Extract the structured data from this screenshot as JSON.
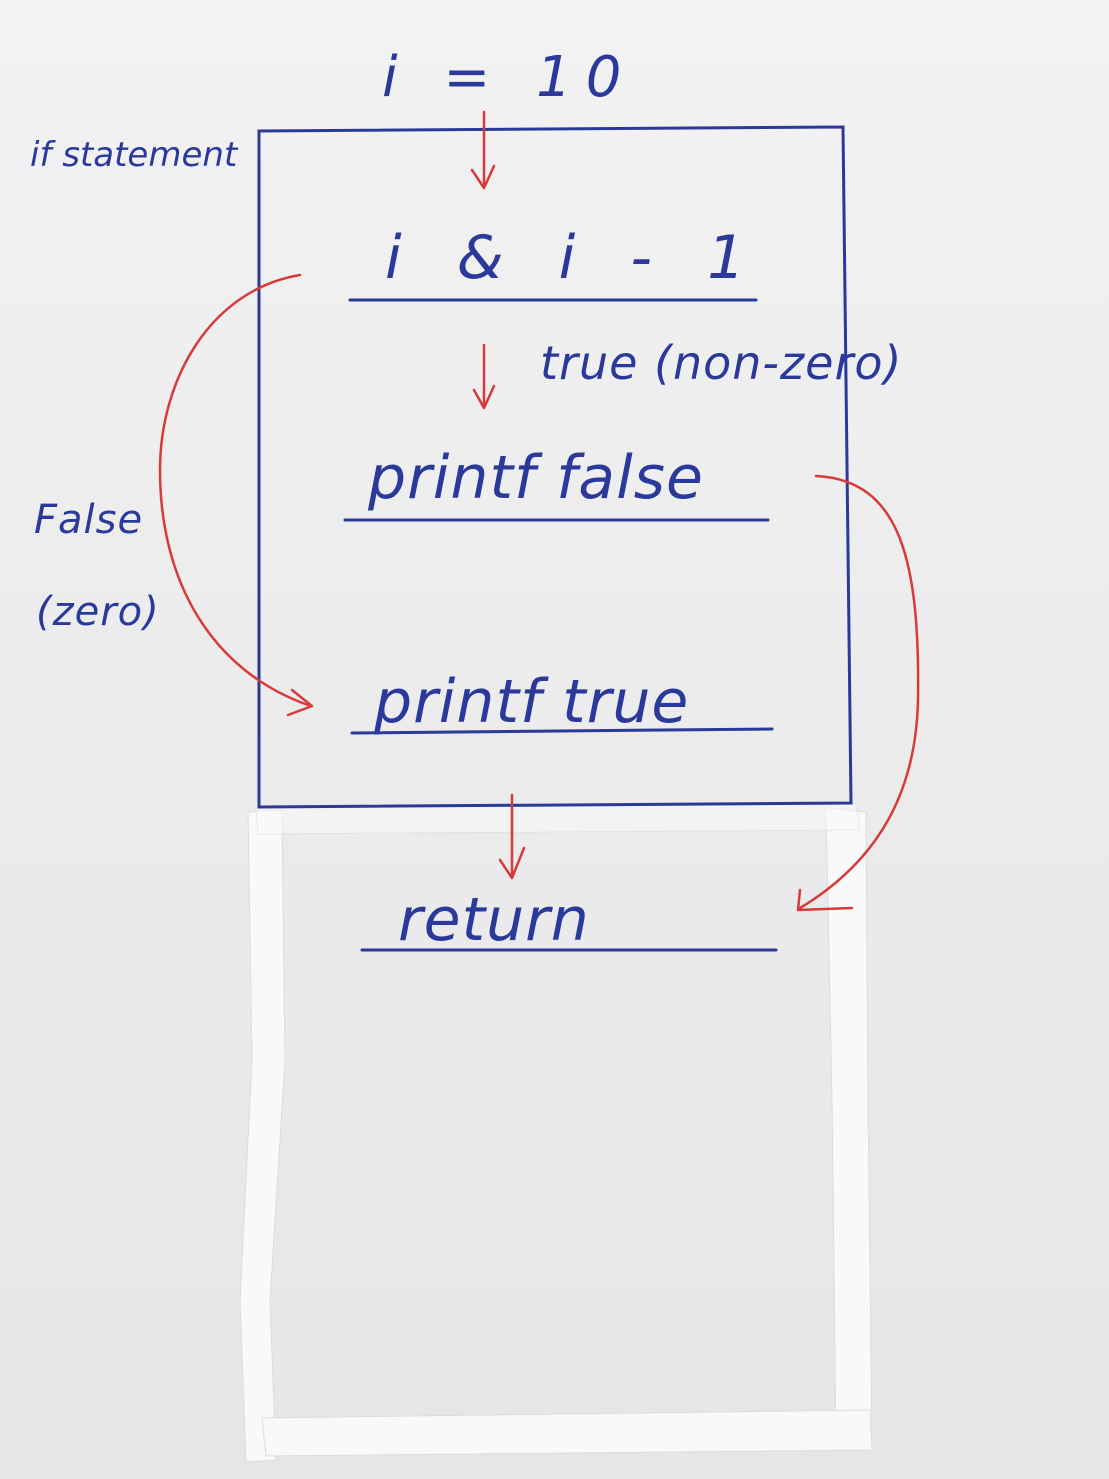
{
  "diagram": {
    "box_label": "if statement",
    "assignment": "i = 10",
    "condition": "i & i - 1",
    "true_branch_label": "true (non-zero)",
    "false_branch_label": "False",
    "false_branch_sublabel": "(zero)",
    "printf_false": "printf false",
    "printf_true": "printf true",
    "return_label": "return"
  },
  "colors": {
    "ink_blue": "#2b3a9a",
    "ink_red": "#d83a3a",
    "paper": "#ececed",
    "tape": "#f8f8f8"
  }
}
